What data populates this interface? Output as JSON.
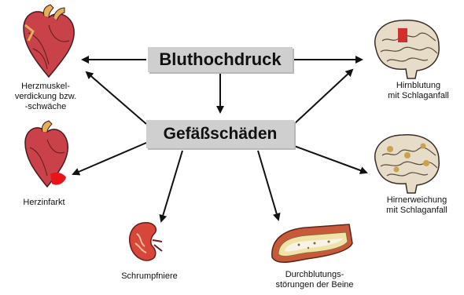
{
  "nodes": {
    "bluthochdruck": "Bluthochdruck",
    "gefaessschaeden": "Gefäßschäden"
  },
  "labels": {
    "herzmuskel": "Herzmuskel-\nverdickung bzw.\n-schwäche",
    "hirnblutung": "Hirnblutung\nmit Schlaganfall",
    "herzinfarkt": "Herzinfarkt",
    "hirnerweichung": "Hirnerweichung\nmit Schlaganfall",
    "schrumpfniere": "Schrumpfniere",
    "durchblutung": "Durchblutungs-\nstörungen der Beine"
  },
  "icons": {
    "heart_top": "heart-icon",
    "heart_infarct": "heart-infarct-icon",
    "brain_bleed": "brain-bleed-icon",
    "brain_softening": "brain-softening-icon",
    "kidney": "kidney-icon",
    "artery": "artery-icon"
  },
  "colors": {
    "box": "#cfcfcf",
    "heart": "#c9424a",
    "infarct": "#e8141a",
    "brain": "#e6dcc8",
    "brain_bleed": "#d0302e",
    "brain_softening": "#c9a24b",
    "kidney": "#d8463a",
    "artery_wall": "#c85a3a",
    "plaque": "#efe3a8"
  }
}
